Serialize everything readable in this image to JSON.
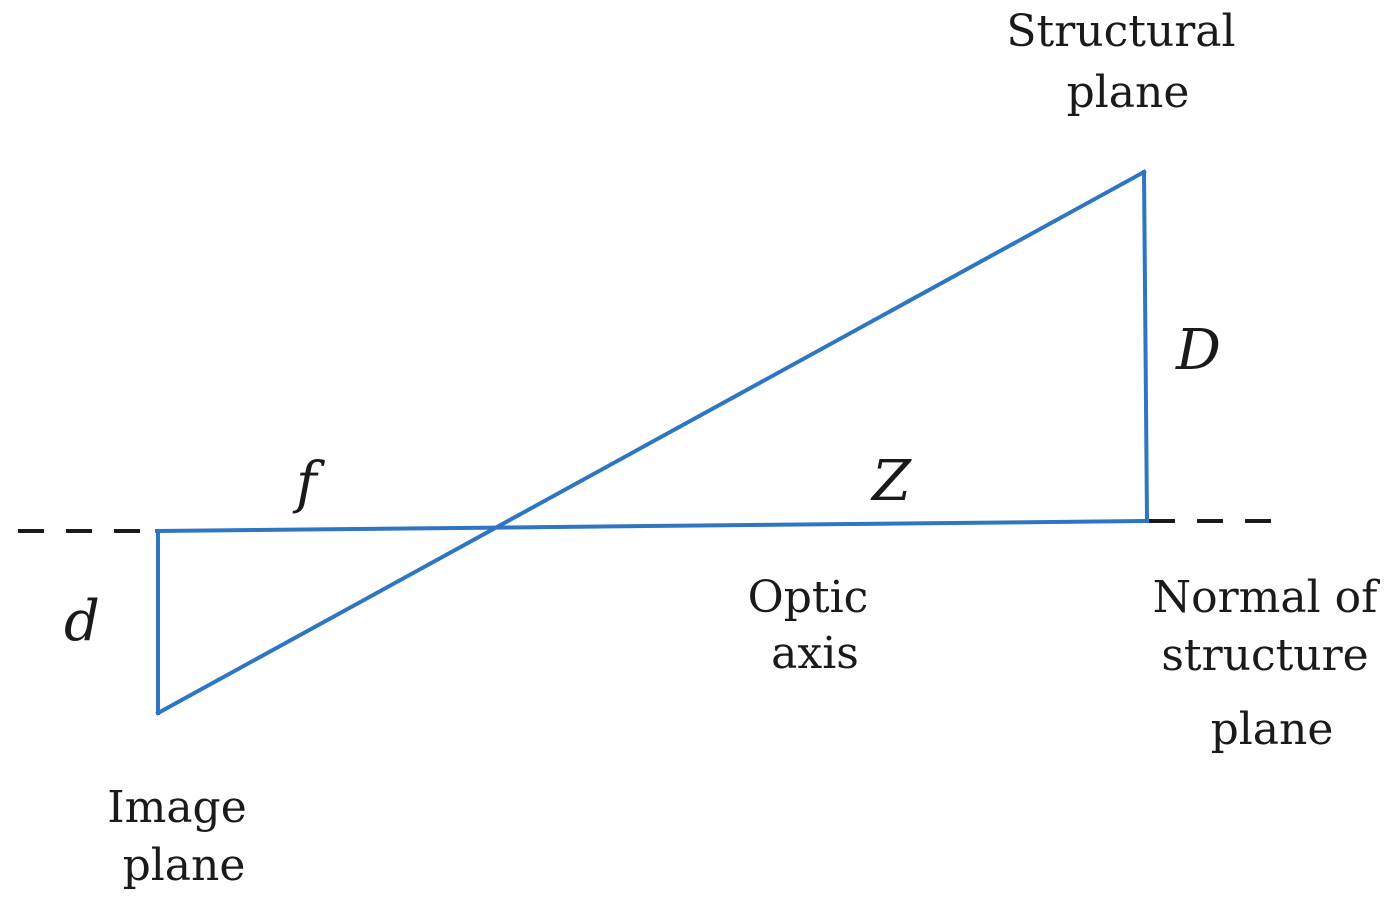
{
  "labels": {
    "structural_plane": [
      "Structural",
      "plane"
    ],
    "image_plane": [
      "Image",
      "plane"
    ],
    "optic_axis": [
      "Optic",
      "axis"
    ],
    "normal_of_structure_plane": [
      "Normal of",
      "structure",
      "plane"
    ],
    "f": "f",
    "Z": "Z",
    "D": "D",
    "d": "d"
  },
  "colors": {
    "geometry_line": "#2e75c2",
    "dashed_line": "#1a1a1a",
    "text": "#1a1a1a",
    "background": "#ffffff"
  }
}
